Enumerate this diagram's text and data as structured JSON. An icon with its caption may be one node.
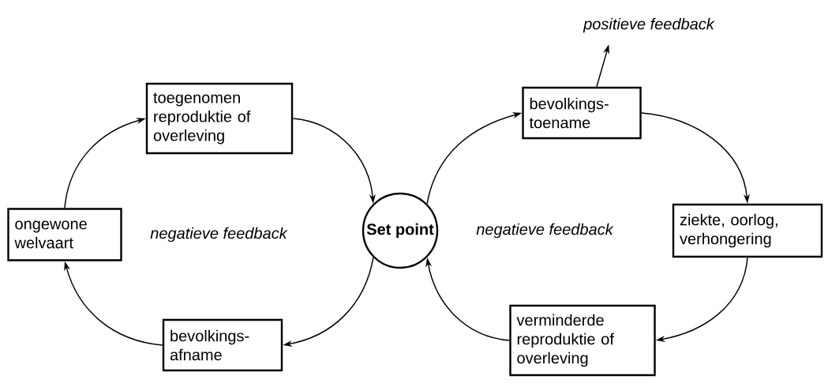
{
  "diagram": {
    "nodes": [
      {
        "text": [
          "toegenomen reproduktie of overleving"
        ]
      },
      {
        "text": [
          "ongewone welvaart"
        ]
      },
      {
        "text": [
          "bevolkings-afname"
        ]
      },
      {
        "text": [
          "Set point"
        ]
      },
      {
        "text": [
          "bevolkings-toename"
        ]
      },
      {
        "text": [
          "ziekte, oorlog, verhongering"
        ]
      },
      {
        "text": [
          "verminderde reproduktie of overleving"
        ]
      },
      {
        "text": [
          "positieve feedback"
        ]
      }
    ],
    "edges": [
      {
        "from": 1,
        "to": 0,
        "arrow": "to"
      },
      {
        "from": 0,
        "to": 3,
        "arrow": "to"
      },
      {
        "from": 3,
        "to": 2,
        "arrow": "to"
      },
      {
        "from": 2,
        "to": 1,
        "arrow": "to"
      },
      {
        "from": 3,
        "to": 4,
        "arrow": "to"
      },
      {
        "from": 4,
        "to": 5,
        "arrow": "to"
      },
      {
        "from": 5,
        "to": 6,
        "arrow": "to"
      },
      {
        "from": 6,
        "to": 3,
        "arrow": "to"
      },
      {
        "from": 4,
        "to": 7,
        "arrow": "to"
      }
    ],
    "labels": [
      "negatieve feedback",
      "negatieve feedback"
    ]
  }
}
